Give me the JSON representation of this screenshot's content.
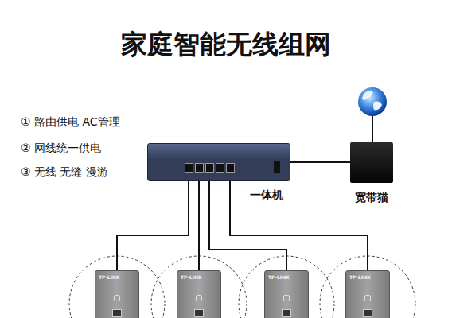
{
  "diagram": {
    "title": "家庭智能无线组网",
    "nodes": [
      {
        "text": [
          "一体机"
        ]
      },
      {
        "text": [
          "宽带猫"
        ]
      },
      {
        "text": [
          "TP-LINK"
        ]
      },
      {
        "text": [
          "TP-LINK"
        ]
      },
      {
        "text": [
          "TP-LINK"
        ]
      },
      {
        "text": [
          "TP-LINK"
        ]
      }
    ],
    "edges": [
      {
        "from": 0,
        "to": 1,
        "arrow": "none"
      },
      {
        "from": 0,
        "to": 2,
        "arrow": "none"
      },
      {
        "from": 0,
        "to": 3,
        "arrow": "none"
      },
      {
        "from": 0,
        "to": 4,
        "arrow": "none"
      },
      {
        "from": 0,
        "to": 5,
        "arrow": "none"
      }
    ],
    "labels": [
      "① 路由供电 AC管理",
      "② 网线统一供电",
      "③ 无线 无缝 漫游"
    ]
  }
}
